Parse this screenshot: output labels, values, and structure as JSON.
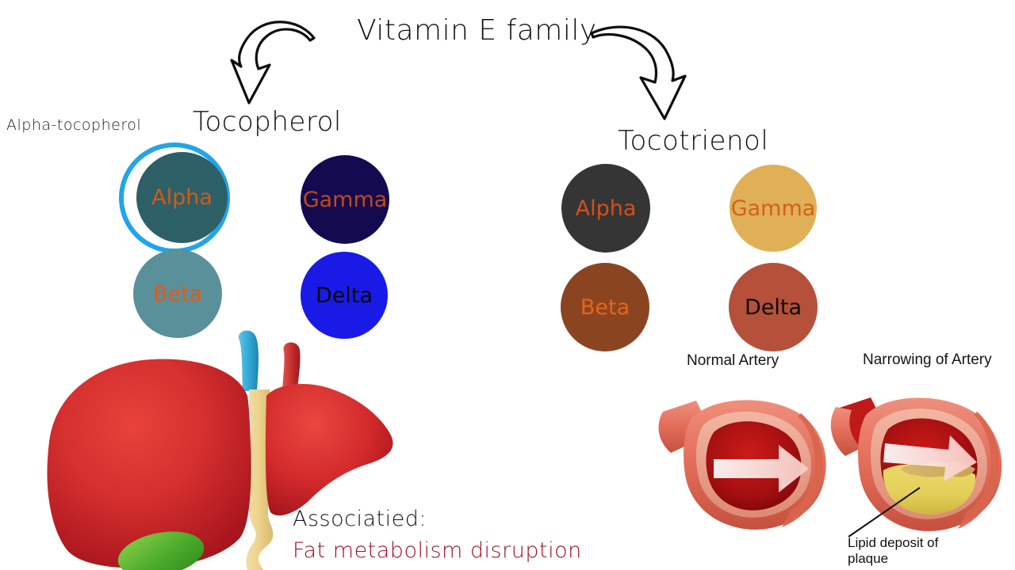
{
  "title": "Vitamin E family",
  "groups": [
    {
      "name": "tocopherol",
      "heading": "Tocopherol",
      "callout_label": "Alpha-tocopherol",
      "highlight_color": "#21a5e8",
      "vitamers": [
        {
          "label": "Alpha",
          "fill": "#2d6066",
          "text_color": "#d45a17"
        },
        {
          "label": "Gamma",
          "fill": "#140a50",
          "text_color": "#bf4a1a"
        },
        {
          "label": "Beta",
          "fill": "#5a9099",
          "text_color": "#e0591a"
        },
        {
          "label": "Delta",
          "fill": "#1a1ae6",
          "text_color": "#0a0a0a"
        }
      ]
    },
    {
      "name": "tocotrienol",
      "heading": "Tocotrienol",
      "vitamers": [
        {
          "label": "Alpha",
          "fill": "#353535",
          "text_color": "#d4501a"
        },
        {
          "label": "Gamma",
          "fill": "#dfb056",
          "text_color": "#d4601a"
        },
        {
          "label": "Beta",
          "fill": "#8a4520",
          "text_color": "#e6641b"
        },
        {
          "label": "Delta",
          "fill": "#b5503a",
          "text_color": "#0a0a0a"
        }
      ]
    }
  ],
  "liver_note": {
    "heading": "Associatied:",
    "detail": "Fat metabolism disruption",
    "detail_color": "#9c1123"
  },
  "artery_panel": {
    "normal_caption": "Normal Artery",
    "narrowing_caption": "Narrowing of Artery",
    "lipid_label": "Lipid deposit of plaque"
  },
  "icons": {
    "arrow_left": "curved-arrow-down-left-icon",
    "arrow_right": "curved-arrow-down-right-icon",
    "liver": "liver-organ-icon",
    "gallbladder": "gallbladder-icon",
    "artery_normal": "normal-artery-icon",
    "artery_narrow": "narrowed-artery-icon"
  }
}
